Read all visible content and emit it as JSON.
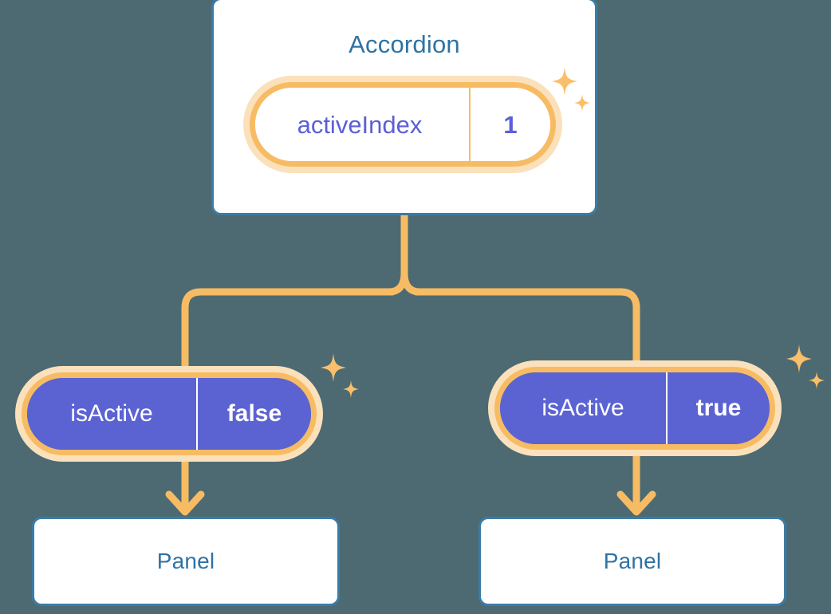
{
  "theme": {
    "background": "#4d6a72",
    "card_border": "#3a7ca8",
    "card_fill": "#ffffff",
    "title_text": "#2f72a4",
    "pill_ring": "#f7bc63",
    "pill_glow": "#fbe1bb",
    "pill_fill_purple": "#5b63d3",
    "pill_text_purple": "#5c5fd6",
    "pill_text_white": "#ffffff",
    "connector": "#f7bc63"
  },
  "diagram": {
    "type": "component-state-tree",
    "root": {
      "name": "accordion-card",
      "title": "Accordion",
      "state": {
        "key": "activeIndex",
        "value": "1"
      }
    },
    "branches": [
      {
        "name": "branch-left",
        "state": {
          "key": "isActive",
          "value": "false"
        },
        "child": {
          "name": "panel-left",
          "title": "Panel"
        }
      },
      {
        "name": "branch-right",
        "state": {
          "key": "isActive",
          "value": "true"
        },
        "child": {
          "name": "panel-right",
          "title": "Panel"
        }
      }
    ]
  },
  "icons": {
    "sparkle_accordion": "sparkles-icon",
    "sparkle_false": "sparkles-icon",
    "sparkle_true": "sparkles-icon",
    "arrow_left": "arrow-down-icon",
    "arrow_right": "arrow-down-icon"
  }
}
